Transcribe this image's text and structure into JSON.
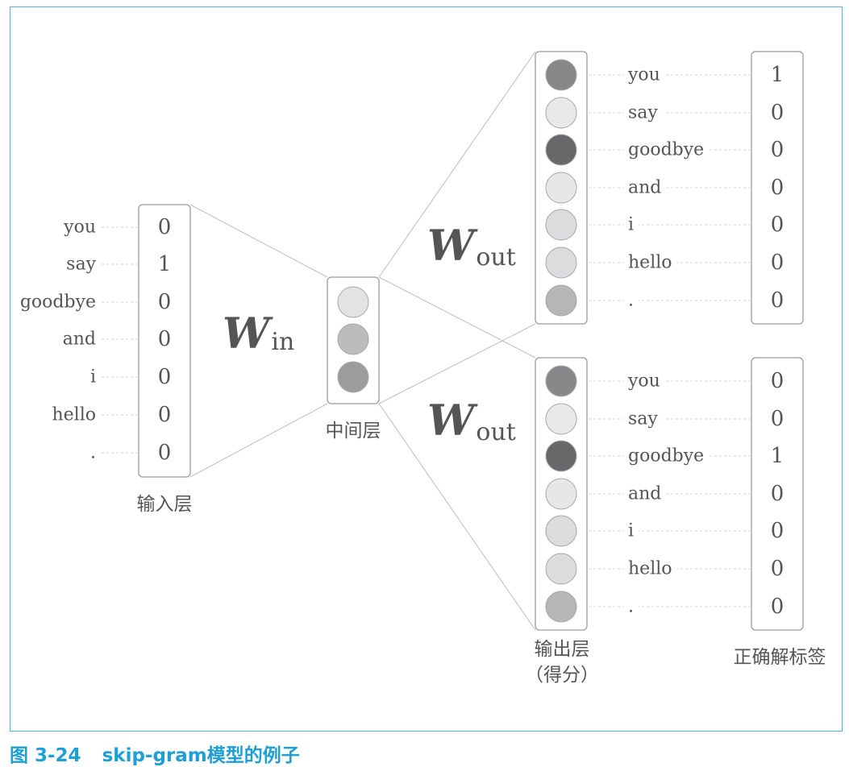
{
  "words": [
    "you",
    "say",
    "goodbye",
    "and",
    "i",
    "hello",
    "."
  ],
  "input_layer": {
    "label": "输入层",
    "values": [
      "0",
      "1",
      "0",
      "0",
      "0",
      "0",
      "0"
    ]
  },
  "weights": {
    "w_in": {
      "main": "W",
      "sub": "in"
    },
    "w_out": {
      "main": "W",
      "sub": "out"
    }
  },
  "hidden_layer": {
    "label": "中间层",
    "neuron_colors": [
      "#e3e3e3",
      "#bcbcbd",
      "#9c9c9e"
    ]
  },
  "output_layers": [
    {
      "neuron_colors": [
        "#88888a",
        "#e9e9e9",
        "#68686a",
        "#e6e7e6",
        "#dcdcde",
        "#dcdcde",
        "#b6b6b8"
      ],
      "labels": [
        "1",
        "0",
        "0",
        "0",
        "0",
        "0",
        "0"
      ]
    },
    {
      "neuron_colors": [
        "#88888a",
        "#e9e9e9",
        "#68686a",
        "#e6e7e6",
        "#dcdcde",
        "#dcdcde",
        "#b6b6b8"
      ],
      "labels": [
        "0",
        "0",
        "1",
        "0",
        "0",
        "0",
        "0"
      ]
    }
  ],
  "output_label": {
    "line1": "输出层",
    "line2": "（得分）"
  },
  "answer_label": "正确解标签",
  "caption": {
    "number": "图 3-24",
    "text": "skip-gram模型的例子"
  },
  "colors": {
    "frame": "#4db8e0",
    "caption": "#1ea0d6",
    "box_stroke": "#9a9a9a",
    "connector": "#bdbdbd",
    "text": "#555555"
  }
}
